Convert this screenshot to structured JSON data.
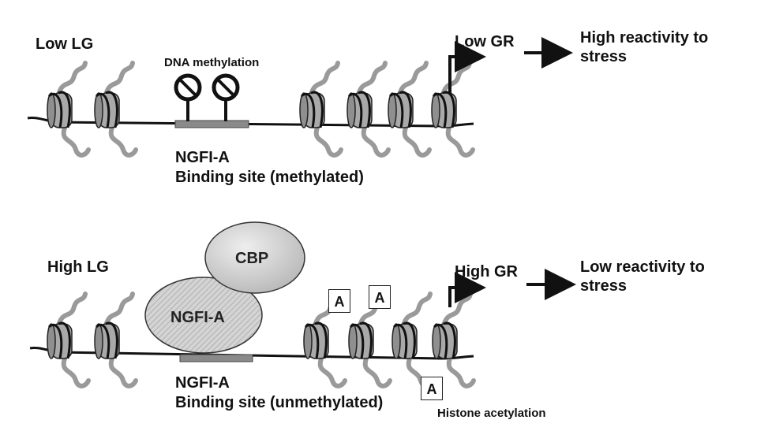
{
  "top": {
    "condition": "Low LG",
    "methylation_label": "DNA methylation",
    "site_name": "NGFI-A",
    "site_state": "Binding site (methylated)",
    "gr_label": "Low GR",
    "outcome": "High reactivity to stress"
  },
  "bottom": {
    "condition": "High LG",
    "cbp_label": "CBP",
    "ngfia_label": "NGFI-A",
    "site_name": "NGFI-A",
    "site_state": "Binding site (unmethylated)",
    "gr_label": "High GR",
    "outcome": "Low reactivity to stress",
    "acetyl_marker": "A",
    "acetylation_label": "Histone acetylation"
  },
  "colors": {
    "nucleosome": "#a9a9a9",
    "histone_tail": "#9a9a9a",
    "dna": "#111111",
    "cbp": "#d2d2d2",
    "ngfia": "#cfcfcf"
  }
}
